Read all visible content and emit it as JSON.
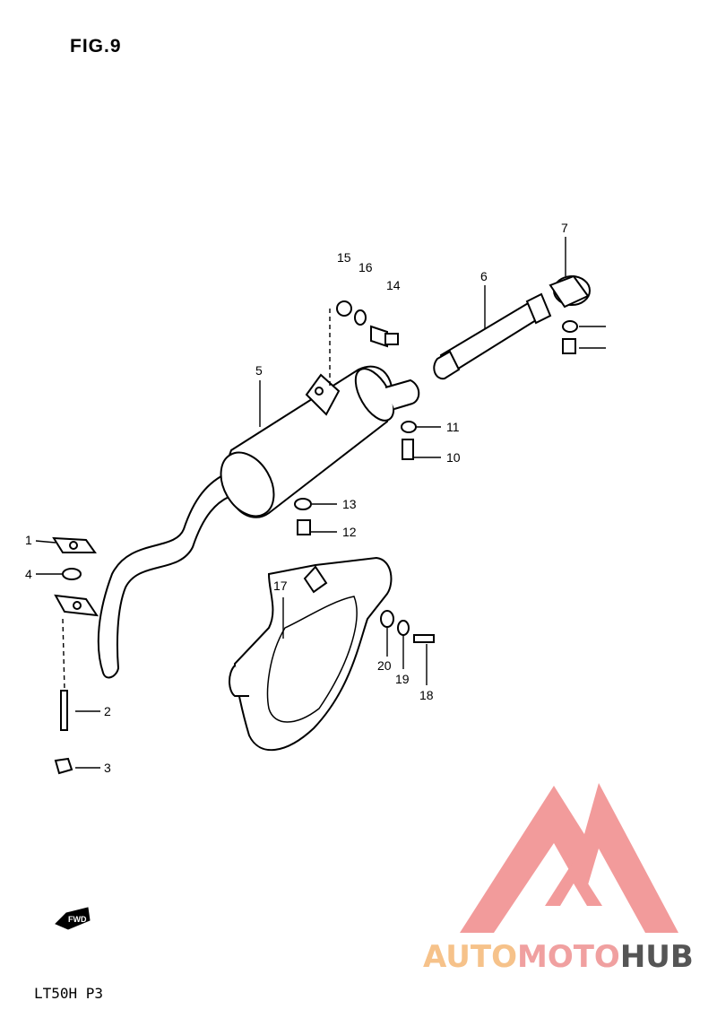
{
  "figure": {
    "title": "FIG.9"
  },
  "model_code": "LT50H P3",
  "fwd_label": "FWD",
  "watermark": {
    "part1": "AUTO",
    "part2": "MOTO",
    "part3": "HUB"
  },
  "colors": {
    "logo_red": "#f08a8a",
    "logo_orange": "#f6c28a",
    "logo_gray": "#555555",
    "line": "#000000"
  },
  "callouts": [
    "1",
    "2",
    "3",
    "4",
    "5",
    "6",
    "7",
    "10",
    "11",
    "12",
    "13",
    "14",
    "15",
    "16",
    "17",
    "18",
    "19",
    "20"
  ]
}
